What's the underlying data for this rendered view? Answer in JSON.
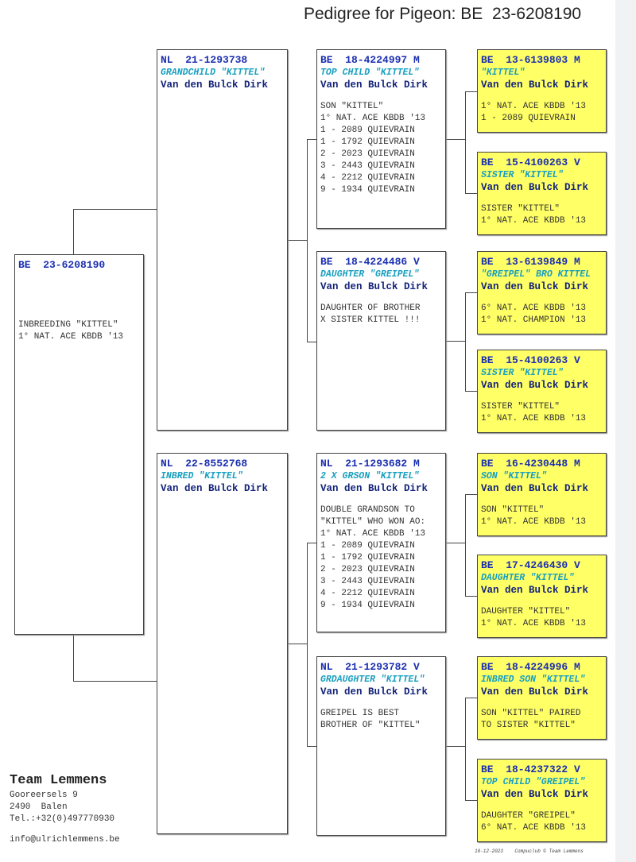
{
  "title": "Pedigree for Pigeon: BE  23-6208190",
  "root": {
    "ring": "BE  23-6208190",
    "nick": "",
    "owner": "",
    "notes": "INBREEDING \"KITTEL\"\n1° NAT. ACE KBDB '13"
  },
  "gen1": [
    {
      "ring": "NL  21-1293738",
      "nick": "GRANDCHILD \"KITTEL\"",
      "owner": "Van den Bulck Dirk",
      "notes": ""
    },
    {
      "ring": "NL  22-8552768",
      "nick": "INBRED \"KITTEL\"",
      "owner": "Van den Bulck Dirk",
      "notes": ""
    }
  ],
  "gen2": [
    {
      "ring": "BE  18-4224997 M",
      "nick": "TOP CHILD \"KITTEL\"",
      "owner": "Van den Bulck Dirk",
      "notes": "SON \"KITTEL\"\n1° NAT. ACE KBDB '13\n1 - 2089 QUIEVRAIN\n1 - 1792 QUIEVRAIN\n2 - 2023 QUIEVRAIN\n3 - 2443 QUIEVRAIN\n4 - 2212 QUIEVRAIN\n9 - 1934 QUIEVRAIN"
    },
    {
      "ring": "BE  18-4224486 V",
      "nick": "DAUGHTER \"GREIPEL\"",
      "owner": "Van den Bulck Dirk",
      "notes": "DAUGHTER OF BROTHER\nX SISTER KITTEL !!!"
    },
    {
      "ring": "NL  21-1293682 M",
      "nick": "2 X GRSON \"KITTEL\"",
      "owner": "Van den Bulck Dirk",
      "notes": "DOUBLE GRANDSON TO\n\"KITTEL\" WHO WON AO:\n1° NAT. ACE KBDB '13\n1 - 2089 QUIEVRAIN\n1 - 1792 QUIEVRAIN\n2 - 2023 QUIEVRAIN\n3 - 2443 QUIEVRAIN\n4 - 2212 QUIEVRAIN\n9 - 1934 QUIEVRAIN"
    },
    {
      "ring": "NL  21-1293782 V",
      "nick": "GRDAUGHTER \"KITTEL\"",
      "owner": "Van den Bulck Dirk",
      "notes": "GREIPEL IS BEST\nBROTHER OF \"KITTEL\""
    }
  ],
  "gen3": [
    {
      "ring": "BE  13-6139803 M",
      "nick": "\"KITTEL\"",
      "owner": "Van den Bulck Dirk",
      "notes": "1° NAT. ACE KBDB '13\n1 - 2089 QUIEVRAIN"
    },
    {
      "ring": "BE  15-4100263 V",
      "nick": "SISTER \"KITTEL\"",
      "owner": "Van den Bulck Dirk",
      "notes": "SISTER \"KITTEL\"\n1° NAT. ACE KBDB '13"
    },
    {
      "ring": "BE  13-6139849 M",
      "nick": "\"GREIPEL\" BRO KITTEL",
      "owner": "Van den Bulck Dirk",
      "notes": "6° NAT. ACE KBDB '13\n1° NAT. CHAMPION '13"
    },
    {
      "ring": "BE  15-4100263 V",
      "nick": "SISTER \"KITTEL\"",
      "owner": "Van den Bulck Dirk",
      "notes": "SISTER \"KITTEL\"\n1° NAT. ACE KBDB '13"
    },
    {
      "ring": "BE  16-4230448 M",
      "nick": "SON \"KITTEL\"",
      "owner": "Van den Bulck Dirk",
      "notes": "SON \"KITTEL\"\n1° NAT. ACE KBDB '13"
    },
    {
      "ring": "BE  17-4246430 V",
      "nick": "DAUGHTER \"KITTEL\"",
      "owner": "Van den Bulck Dirk",
      "notes": "DAUGHTER \"KITTEL\"\n1° NAT. ACE KBDB '13"
    },
    {
      "ring": "BE  18-4224996 M",
      "nick": "INBRED SON \"KITTEL\"",
      "owner": "Van den Bulck Dirk",
      "notes": "SON \"KITTEL\" PAIRED\nTO SISTER \"KITTEL\""
    },
    {
      "ring": "BE  18-4237322 V",
      "nick": "TOP CHILD \"GREIPEL\"",
      "owner": "Van den Bulck Dirk",
      "notes": "DAUGHTER \"GREIPEL\"\n6° NAT. ACE KBDB '13"
    }
  ],
  "footer": {
    "team": "Team Lemmens",
    "street": "Gooreersels 9",
    "city": "2490  Balen",
    "tel": "Tel.:+32(0)497770930",
    "email": "info@ulrichlemmens.be",
    "stamp": "18-12-2023    Compuclub © Team Lemmens"
  }
}
